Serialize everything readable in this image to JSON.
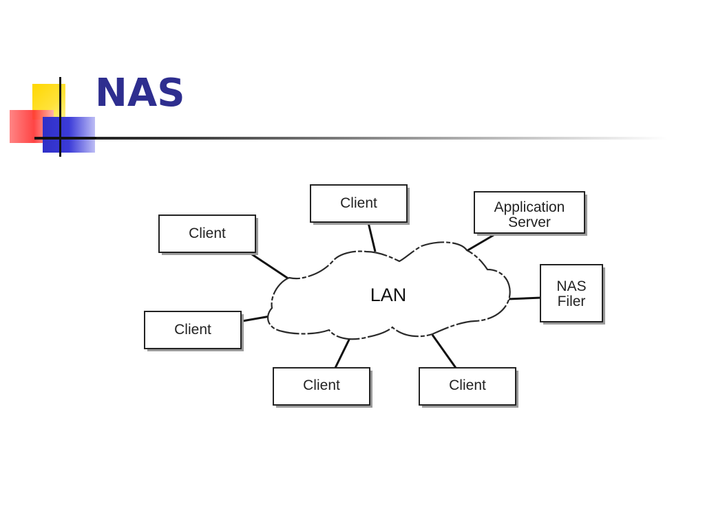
{
  "slide": {
    "title": "NAS"
  },
  "diagram": {
    "center": "LAN",
    "nodes": {
      "client_top": "Client",
      "client_upper_left": "Client",
      "client_mid_left": "Client",
      "client_bottom_left": "Client",
      "client_bottom_right": "Client",
      "app_server_line1": "Application",
      "app_server_line2": "Server",
      "nas_filer_line1": "NAS",
      "nas_filer_line2": "Filer"
    }
  },
  "colors": {
    "title": "#2e2e8f",
    "logo_yellow": "#ffd700",
    "logo_red": "#ff3535",
    "logo_blue": "#3b3bd8"
  }
}
